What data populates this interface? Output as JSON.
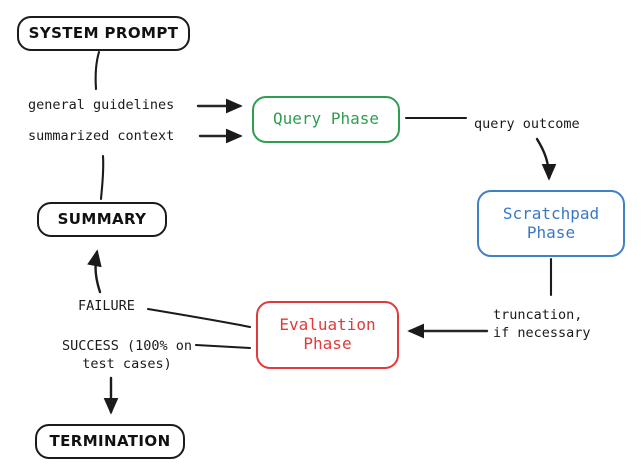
{
  "diagram": {
    "title": "Agent phase loop flowchart",
    "background": "#ffffff",
    "colors": {
      "black": "#1b1b1b",
      "green": "#2e9e4f",
      "blue": "#3a79c2",
      "red": "#e03a3a"
    },
    "nodes": [
      {
        "id": "system-prompt",
        "label": "SYSTEM PROMPT",
        "color": "#1b1b1b",
        "shape": "rounded-rect"
      },
      {
        "id": "summary",
        "label": "SUMMARY",
        "color": "#1b1b1b",
        "shape": "rounded-rect"
      },
      {
        "id": "termination",
        "label": "TERMINATION",
        "color": "#1b1b1b",
        "shape": "rounded-rect"
      },
      {
        "id": "query-phase",
        "label": "Query Phase",
        "color": "#2e9e4f",
        "shape": "rounded-rect"
      },
      {
        "id": "scratchpad-phase",
        "label": "Scratchpad\nPhase",
        "color": "#3a79c2",
        "shape": "rounded-rect"
      },
      {
        "id": "evaluation-phase",
        "label": "Evaluation\nPhase",
        "color": "#e03a3a",
        "shape": "rounded-rect"
      }
    ],
    "edge_labels": [
      {
        "id": "general-guidelines",
        "text": "general guidelines",
        "from": "system-prompt",
        "to": "query-phase"
      },
      {
        "id": "summarized-context",
        "text": "summarized context",
        "from": "summary",
        "to": "query-phase"
      },
      {
        "id": "query-outcome",
        "text": "query outcome",
        "from": "query-phase",
        "to": "scratchpad-phase"
      },
      {
        "id": "truncation-if-necessary",
        "text": "truncation,\nif necessary",
        "from": "scratchpad-phase",
        "to": "evaluation-phase"
      },
      {
        "id": "failure",
        "text": "FAILURE",
        "from": "evaluation-phase",
        "to": "summary"
      },
      {
        "id": "success",
        "text": "SUCCESS (100% on\ntest cases)",
        "from": "evaluation-phase",
        "to": "termination"
      }
    ]
  }
}
